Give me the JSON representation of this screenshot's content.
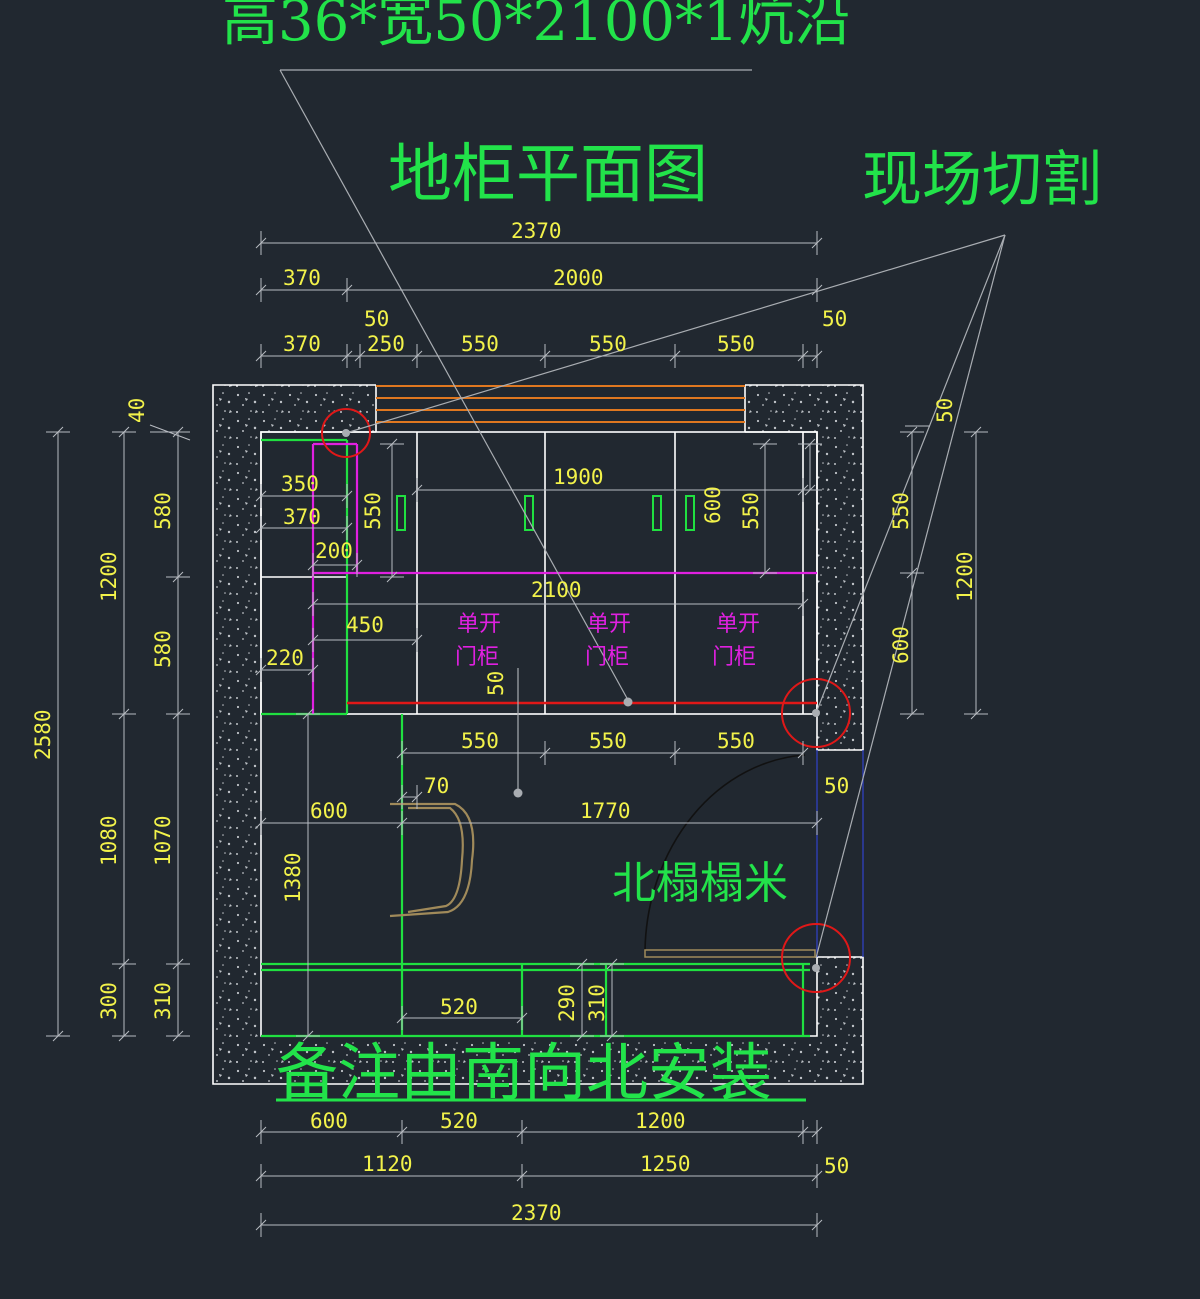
{
  "labels": {
    "top_note": "高36*宽50*2100*1炕沿",
    "plan_title": "地柜平面图",
    "cut_note": "现场切割",
    "tatami": "北榻榻米",
    "install_note": "备注由南向北安装"
  },
  "cabinets": [
    {
      "line1": "单开",
      "line2": "门柜"
    },
    {
      "line1": "单开",
      "line2": "门柜"
    },
    {
      "line1": "单开",
      "line2": "门柜"
    }
  ],
  "dims": {
    "top_total": "2370",
    "top_a": "370",
    "top_b": "2000",
    "top_c1": "50",
    "top_c2": "50",
    "top_d1": "370",
    "top_d2": "250",
    "top_d3": "550",
    "top_d4": "550",
    "top_d5": "550",
    "left_total": "2580",
    "left_a1": "1200",
    "left_a2": "1080",
    "left_a3": "300",
    "left_b1": "580",
    "left_b2": "580",
    "left_b3": "1070",
    "left_b4": "310",
    "left_small": "40",
    "right_a1": "550",
    "right_a2": "600",
    "right_b": "1200",
    "right_small": "50",
    "in_350": "350",
    "in_370": "370",
    "in_200": "200",
    "in_550v": "550",
    "in_1900": "1900",
    "in_600v": "600",
    "in_550v2": "550",
    "in_2100": "2100",
    "in_450": "450",
    "in_220": "220",
    "in_50v": "50",
    "mid_550a": "550",
    "mid_550b": "550",
    "mid_550c": "550",
    "mid_70": "70",
    "mid_50": "50",
    "mid_600": "600",
    "mid_1770": "1770",
    "mid_1380": "1380",
    "low_520": "520",
    "low_290": "290",
    "low_310": "310",
    "bot_600": "600",
    "bot_520": "520",
    "bot_1200": "1200",
    "bot_1120": "1120",
    "bot_1250": "1250",
    "bot_50": "50",
    "bot_total": "2370"
  }
}
